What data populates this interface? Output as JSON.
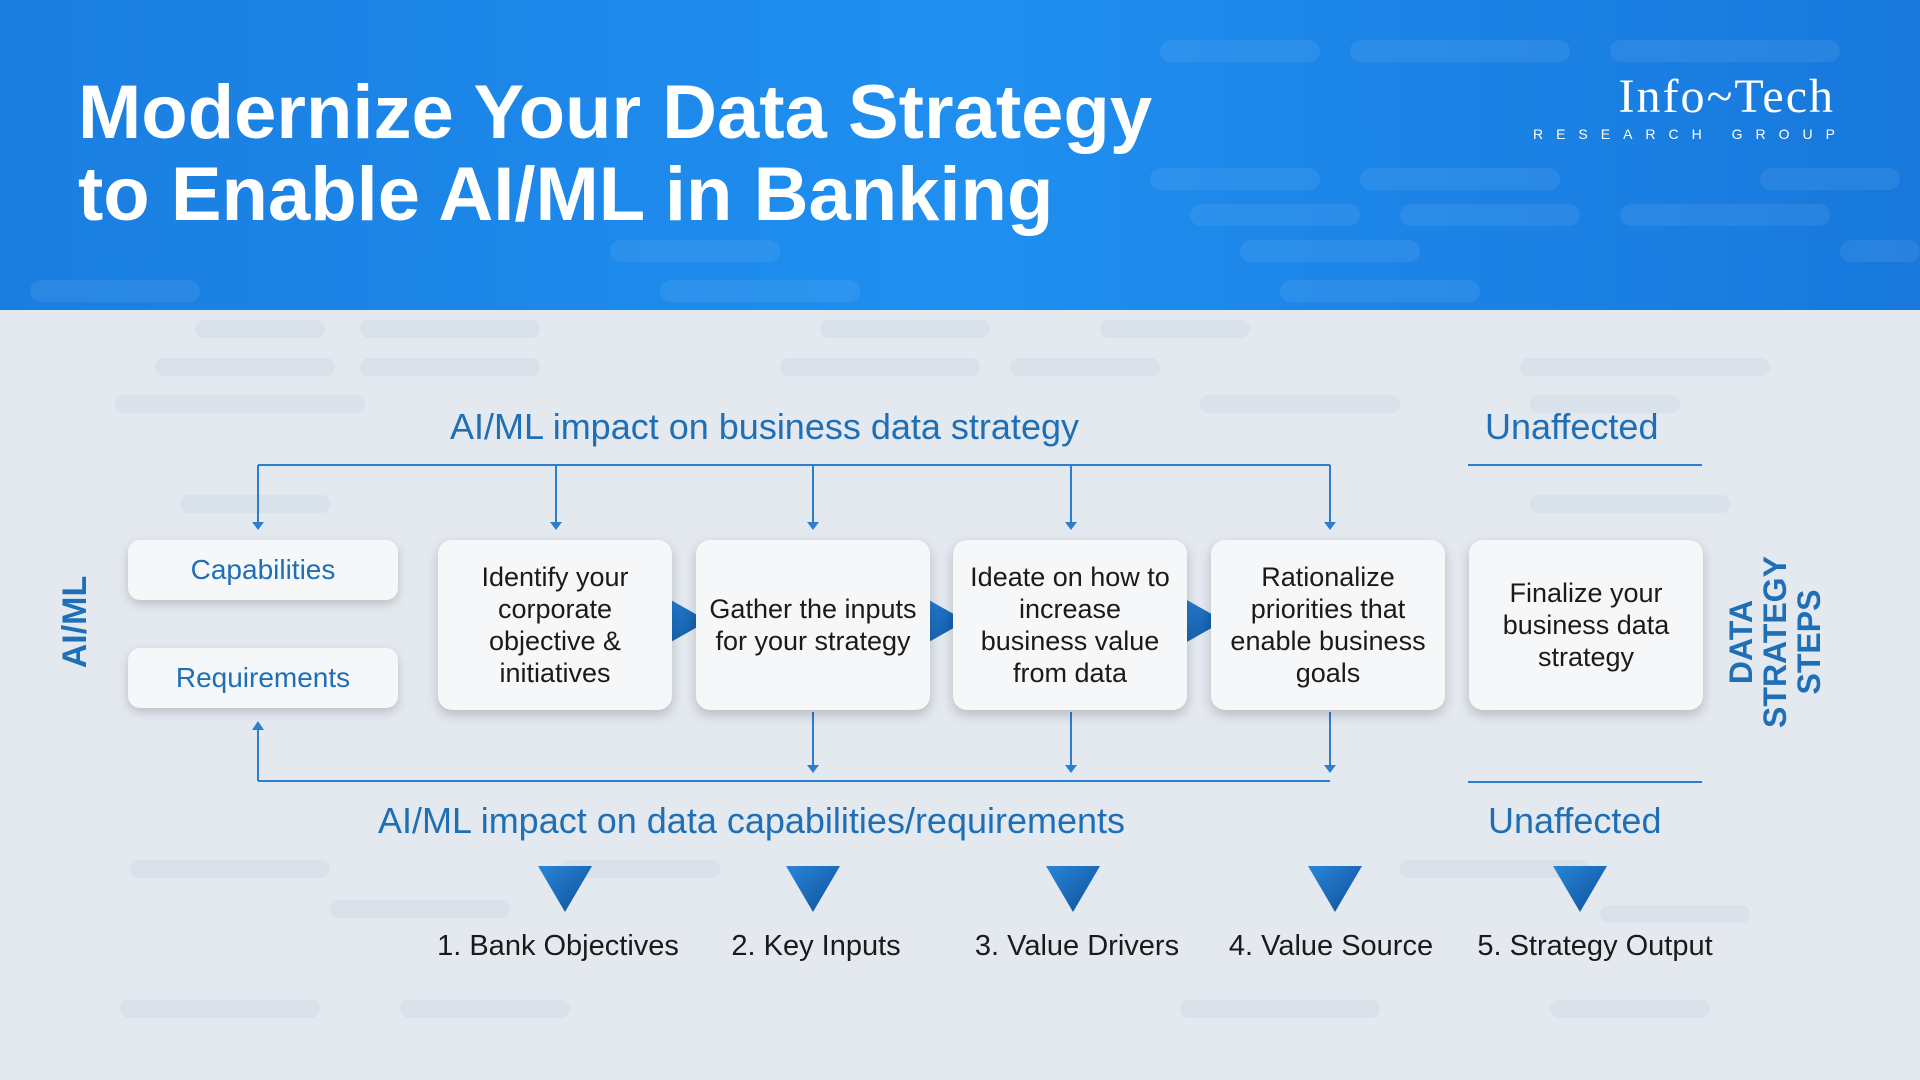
{
  "header": {
    "title_line1": "Modernize Your Data Strategy",
    "title_line2": "to Enable AI/ML in Banking",
    "logo_main": "Info~Tech",
    "logo_sub": "RESEARCH GROUP"
  },
  "diagram": {
    "top_impact": "AI/ML impact on business data strategy",
    "bottom_impact": "AI/ML impact on data capabilities/requirements",
    "unaffected_top": "Unaffected",
    "unaffected_bottom": "Unaffected",
    "left_label": "AI/ML",
    "right_label_lines": [
      "DATA",
      "STRATEGY",
      "STEPS"
    ],
    "pills": [
      "Capabilities",
      "Requirements"
    ],
    "boxes": [
      "Identify your corporate objective & initiatives",
      "Gather the inputs for your strategy",
      "Ideate on how to increase business value from data",
      "Rationalize priorities that enable business goals",
      "Finalize your business data strategy"
    ],
    "steps": [
      "1. Bank Objectives",
      "2. Key Inputs",
      "3. Value Drivers",
      "4. Value Source",
      "5. Strategy Output"
    ]
  },
  "colors": {
    "header_blue": "#1f8ff0",
    "accent_blue": "#1f6fb6",
    "arrow_blue": "#1565c0"
  }
}
